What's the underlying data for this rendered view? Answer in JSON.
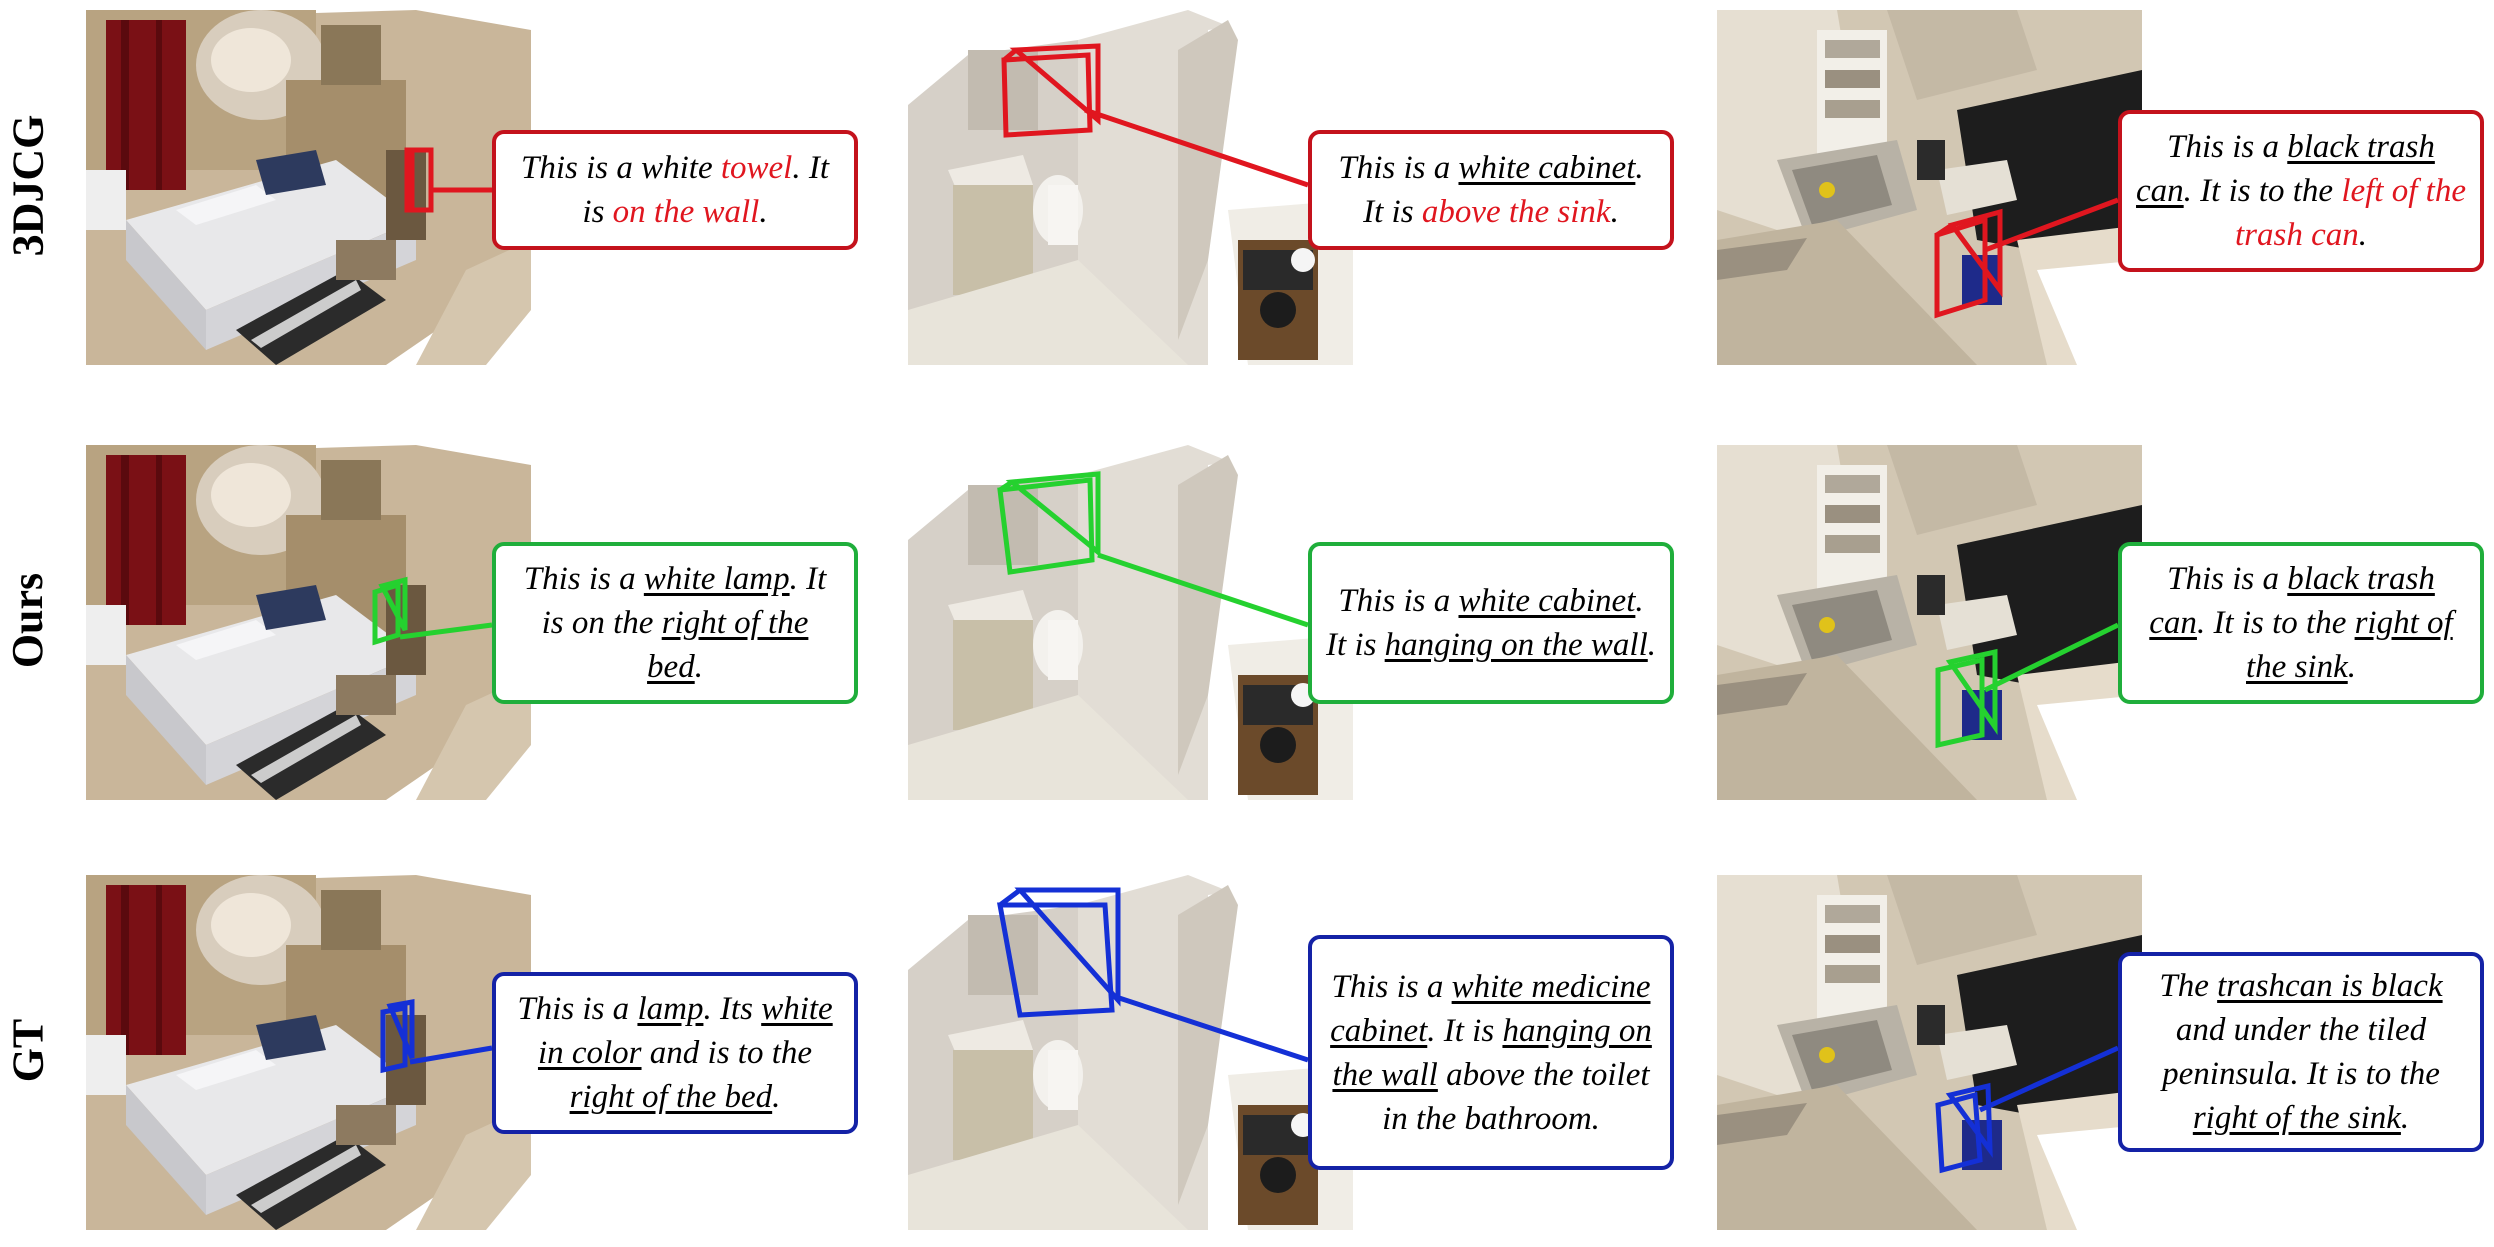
{
  "rows": [
    {
      "label": "3DJCG",
      "color": "#c4121c",
      "captions": [
        {
          "p1": "This is a white ",
          "p2": "towel",
          "p3": ". It is ",
          "p4": "on the wall",
          "p5": "."
        },
        {
          "p1": "This is a ",
          "p2": "white cabinet",
          "p3": ". It is ",
          "p4": "above the sink",
          "p5": "."
        },
        {
          "p1": "This is a ",
          "p2": "black trash can",
          "p3": ". It is to the ",
          "p4": "left of the trash can",
          "p5": "."
        }
      ]
    },
    {
      "label": "Ours",
      "color": "#1fae3b",
      "captions": [
        {
          "p1": "This is a ",
          "p2": "white lamp",
          "p3": ". It is on the ",
          "p4": "right of the bed",
          "p5": "."
        },
        {
          "p1": "This is a ",
          "p2": "white cabinet",
          "p3": ". It is ",
          "p4": "hanging on the wall",
          "p5": "."
        },
        {
          "p1": "This is a ",
          "p2": "black trash can",
          "p3": ". It is to the ",
          "p4": "right of the sink",
          "p5": "."
        }
      ]
    },
    {
      "label": "GT",
      "color": "#1422a6",
      "captions": [
        {
          "p1": "This is a ",
          "p2": "lamp",
          "p3": ". Its ",
          "p4": "white in color",
          "p5": " and is to the ",
          "p6": "right of the bed",
          "p7": "."
        },
        {
          "p1": "This is a ",
          "p2": "white medicine cabinet",
          "p3": ". It is ",
          "p4": "hanging on the wall",
          "p5": " above the toilet in the bathroom."
        },
        {
          "p1": "The ",
          "p2": "trashcan is black",
          "p3": " and under the tiled peninsula. It is to the ",
          "p4": "right of the sink",
          "p5": "."
        }
      ]
    }
  ]
}
